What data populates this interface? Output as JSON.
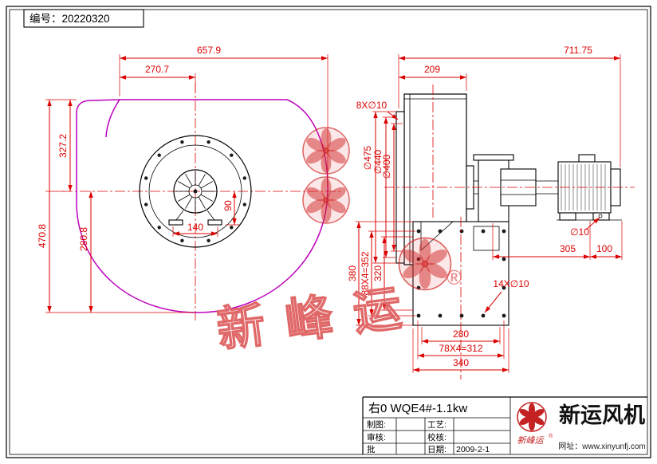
{
  "doc_number": "编号：20220320",
  "left_view": {
    "dim_width_total": "657.9",
    "dim_width_outlet": "270.7",
    "dim_height_top": "327.2",
    "dim_height_total": "470.8",
    "dim_height_bottom": "280.8",
    "dim_foot_span": "140",
    "dim_foot_offset": "90"
  },
  "right_view": {
    "dim_length_total": "711.75",
    "dim_casing_depth": "209",
    "dim_inlet_bolts": "8X∅10",
    "dim_inlet_flange_od": "∅475",
    "dim_inlet_bolt_circle": "∅440",
    "dim_inlet_id": "∅400",
    "dim_motor_foot_hole": "∅10",
    "dim_motor_span": "305",
    "dim_motor_end": "100",
    "dim_base_height": "380",
    "dim_base_bolt_rows": "88X4=352",
    "dim_base_inner_height": "320",
    "dim_base_bolts": "14X∅10",
    "dim_base_inner_width": "280",
    "dim_base_bolt_cols": "78X4=312",
    "dim_base_width": "340"
  },
  "watermark": {
    "brand": "新峰运",
    "registered": "®"
  },
  "title_block": {
    "model": "右0 WQE4#-1.1kw",
    "drawn_label": "制图:",
    "checked_label": "审核:",
    "approve_label": "批",
    "process_label": "工艺:",
    "proof_label": "校核:",
    "date_label": "日期:",
    "date_value": "2009-2-1",
    "company": "新运风机",
    "logo_brand": "新峰运",
    "registered": "®",
    "website": "网址：www.xinyunfj.com"
  },
  "colors": {
    "dimension": "#dd0000",
    "outline": "#000000",
    "scroll": "#bb00bb",
    "watermark": "#e06868"
  }
}
